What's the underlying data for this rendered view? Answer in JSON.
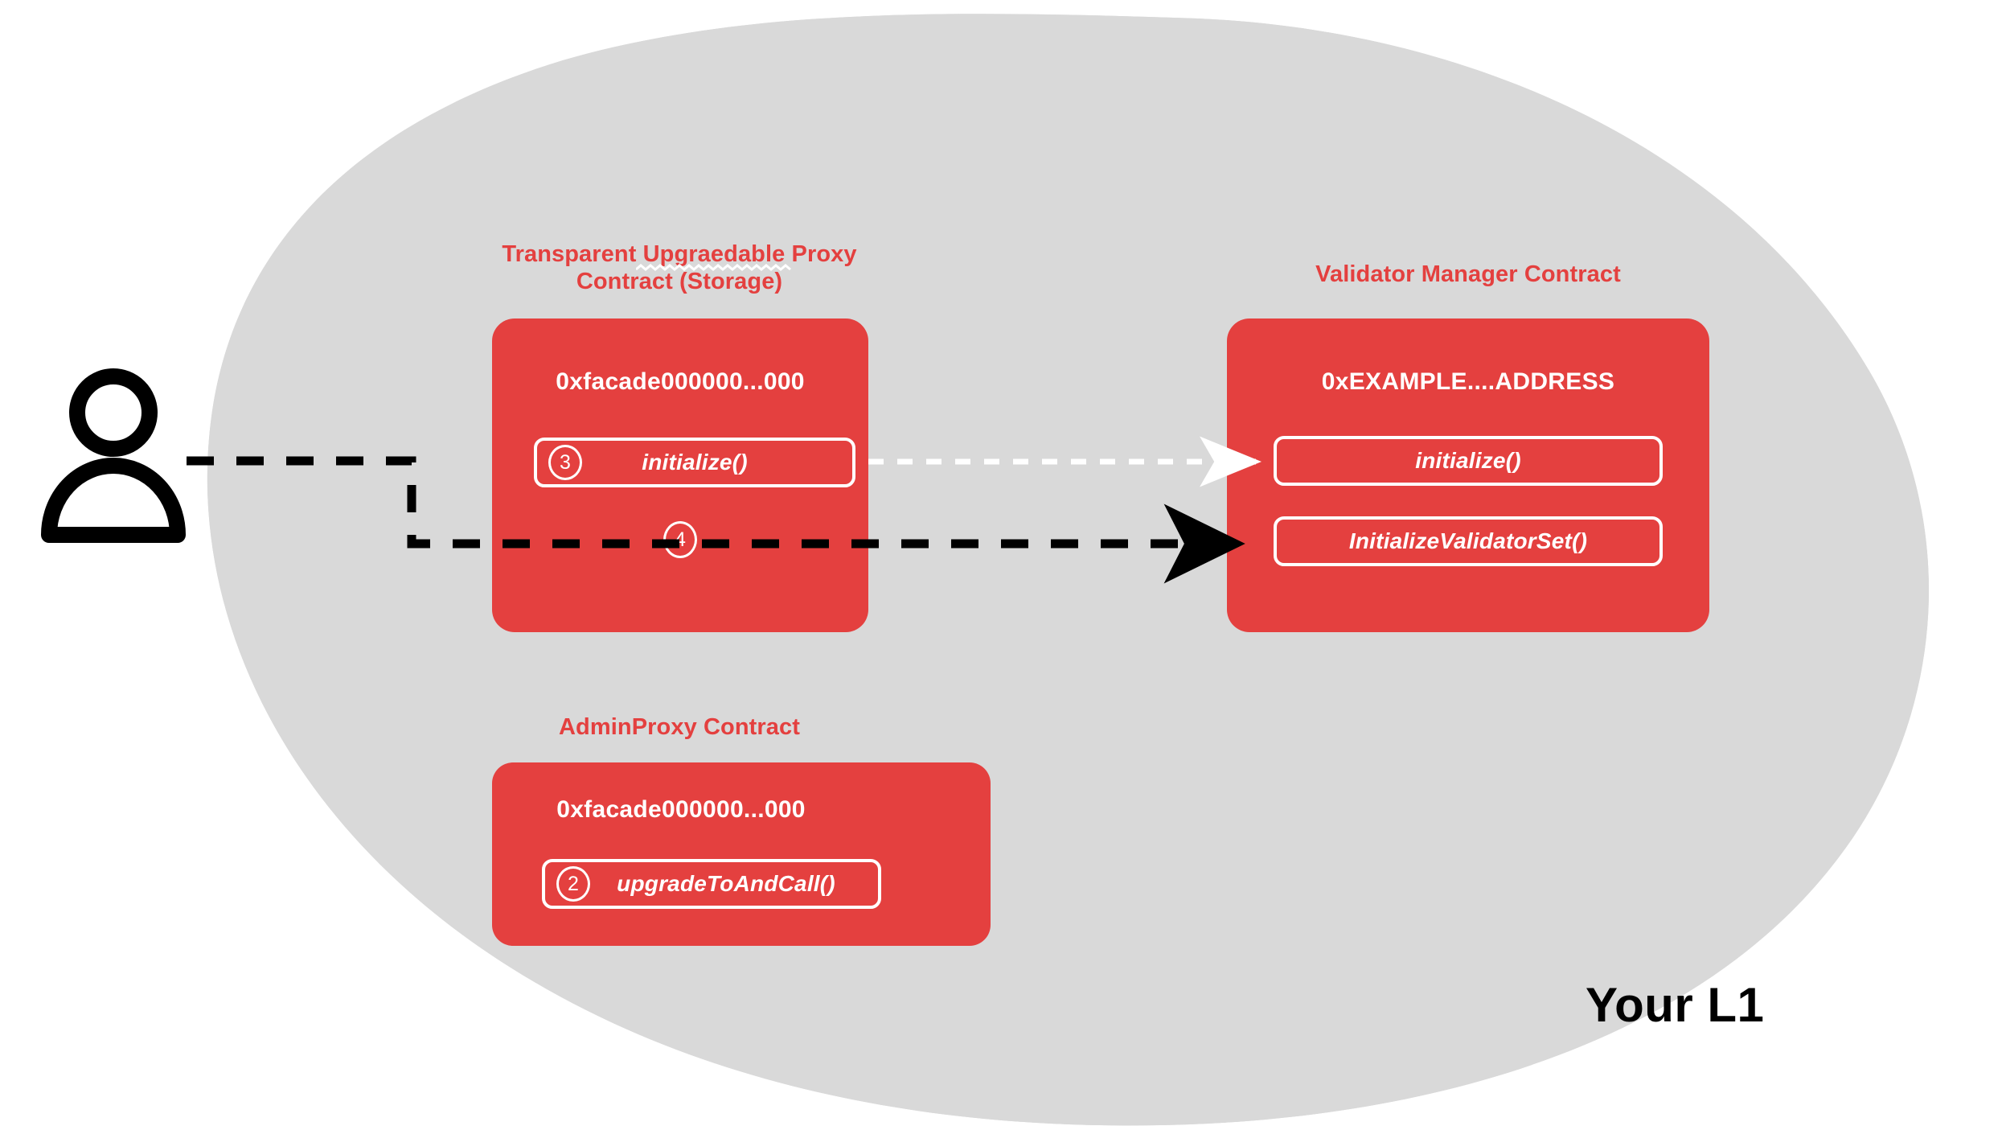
{
  "zone": {
    "label": "Your L1",
    "fill": "#D9D9D9",
    "border_color": "#5A5A5A",
    "border_style": "dashed"
  },
  "actor": {
    "name": "user",
    "icon": "person-icon"
  },
  "palette": {
    "contract_red": "#E4403F",
    "zone_gray": "#D9D9D9",
    "dash_gray": "#5A5A5A",
    "white": "#FFFFFF",
    "black": "#000000"
  },
  "contracts": [
    {
      "id": "transparent-proxy",
      "heading": "Transparent Upgraedable Proxy\nContract (Storage)",
      "heading_line1": "Transparent Upgraedable Proxy",
      "heading_line2": "Contract (Storage)",
      "misspelled_word": "Upgraedable",
      "address": "0xfacade000000...000",
      "methods": [
        {
          "label": "initialize()",
          "step": "3"
        }
      ],
      "free_step": "4"
    },
    {
      "id": "validator-manager",
      "heading_line1": "Validator Manager Contract",
      "heading_line2": "",
      "address": "0xEXAMPLE....ADDRESS",
      "methods": [
        {
          "label": "initialize()",
          "step": ""
        },
        {
          "label": "InitializeValidatorSet()",
          "step": ""
        }
      ]
    },
    {
      "id": "admin-proxy",
      "heading_line1": "AdminProxy  Contract",
      "heading_line2": "",
      "address": "0xfacade000000...000",
      "methods": [
        {
          "label": "upgradeToAndCall()",
          "step": "2"
        }
      ]
    }
  ],
  "connections": [
    {
      "id": "user-to-proxy-initialize",
      "from": "user",
      "to": "transparent-proxy.initialize()",
      "style": "dashed",
      "color": "#000000",
      "arrowhead": false
    },
    {
      "id": "proxy-initialize-to-vmc-initialize",
      "from": "transparent-proxy.initialize()",
      "to": "validator-manager.initialize()",
      "style": "dashed",
      "color": "#FFFFFF",
      "arrowhead": true
    },
    {
      "id": "user-to-vmc-initializevalidatorset",
      "from": "user",
      "to": "validator-manager.InitializeValidatorSet()",
      "style": "dashed",
      "color": "#000000",
      "arrowhead": true
    }
  ]
}
